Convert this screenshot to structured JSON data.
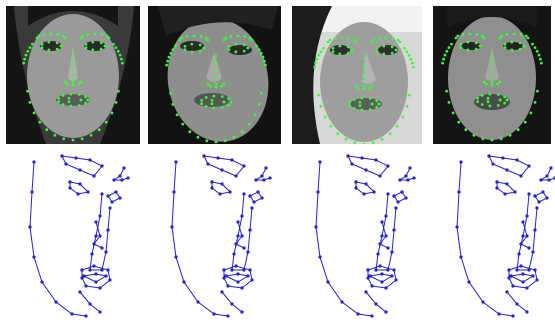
{
  "colors": {
    "background": "#ffffff",
    "landmark_points": "#33ff33",
    "shape_lines": "#2222cc",
    "photo_dark": "#141414",
    "photo_skin": "#9c9c9c"
  },
  "panels": {
    "photos": [
      {
        "subject": "face-neutral",
        "expression": "neutral",
        "view": "frontal"
      },
      {
        "subject": "face-tilted",
        "expression": "neutral",
        "view": "tilted"
      },
      {
        "subject": "face-side",
        "expression": "neutral",
        "view": "three-quarter"
      },
      {
        "subject": "face-grimace",
        "expression": "disgust",
        "view": "frontal"
      }
    ],
    "shapes": [
      {
        "type": "landmark-wireframe"
      },
      {
        "type": "landmark-wireframe"
      },
      {
        "type": "landmark-wireframe"
      },
      {
        "type": "landmark-wireframe"
      }
    ]
  }
}
